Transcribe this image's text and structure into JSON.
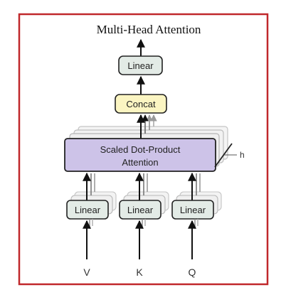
{
  "title": "Multi-Head Attention",
  "top_linear": "Linear",
  "concat": "Concat",
  "attention": {
    "line1": "Scaled Dot-Product",
    "line2": "Attention"
  },
  "heads_label": "h",
  "input_linears": [
    "Linear",
    "Linear",
    "Linear"
  ],
  "inputs": [
    "V",
    "K",
    "Q"
  ],
  "colors": {
    "frame": "#c0282b",
    "linear_fill": "#e3ebe6",
    "concat_fill": "#fbf5c2",
    "attention_fill": "#cdc3e8",
    "stroke": "#222222"
  }
}
